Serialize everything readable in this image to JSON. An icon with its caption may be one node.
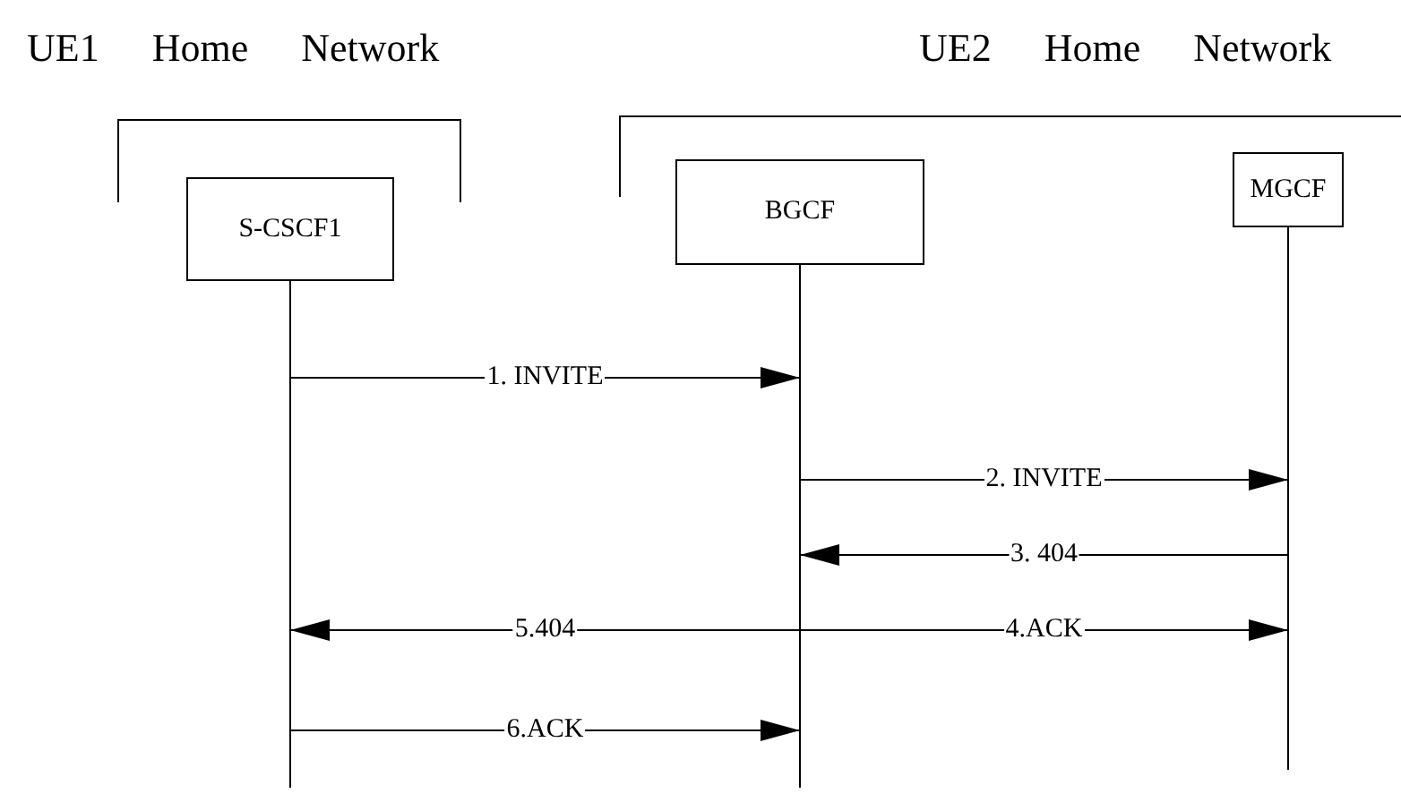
{
  "diagram": {
    "nodes": [
      {
        "text": [
          "UE1 Home Network"
        ]
      },
      {
        "text": [
          "S-CSCF1"
        ],
        "in": 0
      },
      {
        "text": [
          "UE2 Home Network"
        ]
      },
      {
        "text": [
          "BGCF"
        ],
        "in": 2
      },
      {
        "text": [
          "MGCF"
        ],
        "in": 2
      }
    ],
    "edges": [
      {
        "from": 1,
        "to": 3,
        "arrow": "to",
        "label": "1. INVITE"
      },
      {
        "from": 3,
        "to": 4,
        "arrow": "to",
        "label": "2. INVITE"
      },
      {
        "from": 4,
        "to": 3,
        "arrow": "to",
        "label": "3. 404"
      },
      {
        "from": 3,
        "to": 1,
        "arrow": "to",
        "label": "5.404"
      },
      {
        "from": 3,
        "to": 4,
        "arrow": "to",
        "label": "4.ACK"
      },
      {
        "from": 1,
        "to": 3,
        "arrow": "to",
        "label": "6.ACK"
      }
    ]
  }
}
